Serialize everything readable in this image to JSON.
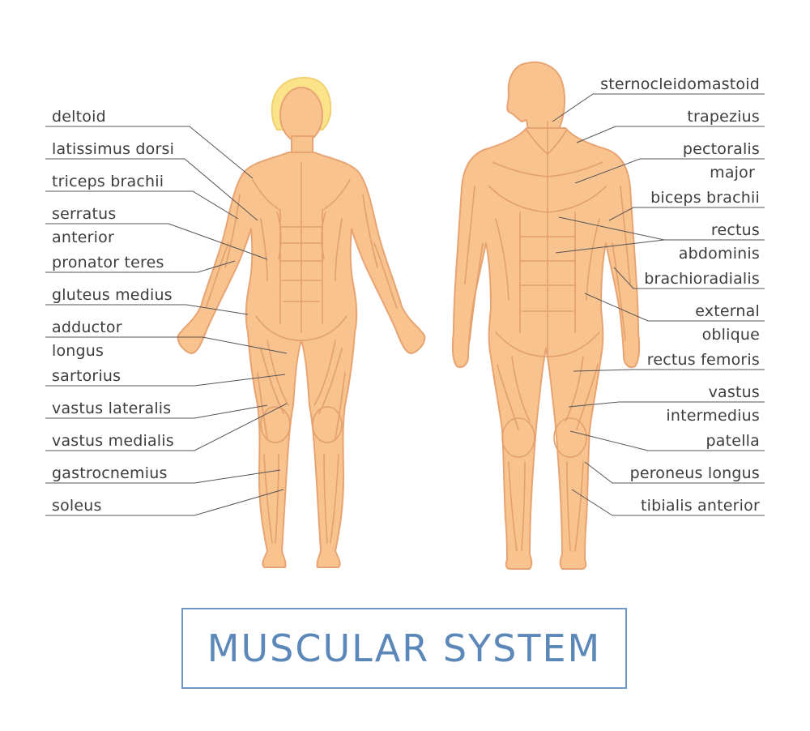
{
  "title": "MUSCULAR SYSTEM",
  "colors": {
    "skin": "#f9c38f",
    "outline": "#e8a373",
    "line": "#e3a06d",
    "hair": "#fbe38a",
    "leader": "#555555",
    "frame": "#6d97c4",
    "title": "#5b88b8"
  },
  "left_labels": {
    "deltoid": "deltoid",
    "latissimus": "latissimus dorsi",
    "triceps": "triceps brachii",
    "serratus_1": "serratus",
    "serratus_2": "anterior",
    "pronator": "pronator teres",
    "gluteus": "gluteus medius",
    "adductor_1": "adductor",
    "adductor_2": "longus",
    "sartorius": "sartorius",
    "vastus_lat": "vastus lateralis",
    "vastus_med": "vastus medialis",
    "gastroc": "gastrocnemius",
    "soleus": "soleus"
  },
  "right_labels": {
    "scm": "sternocleidomastoid",
    "trapezius": "trapezius",
    "pect_1": "pectoralis",
    "pect_2": "major",
    "biceps": "biceps brachii",
    "rectus_abd_1": "rectus",
    "rectus_abd_2": "abdominis",
    "brachio": "brachioradialis",
    "ext_obl_1": "external",
    "ext_obl_2": "oblique",
    "rect_fem": "rectus femoris",
    "vastus_int_1": "vastus",
    "vastus_int_2": "intermedius",
    "patella": "patella",
    "peroneus": "peroneus longus",
    "tibialis": "tibialis anterior"
  }
}
